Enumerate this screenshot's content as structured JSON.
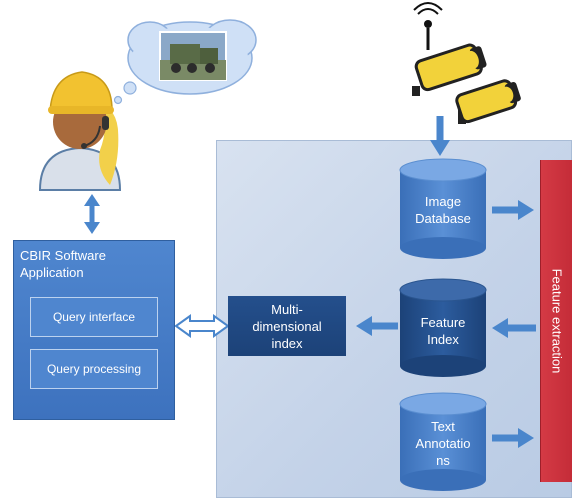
{
  "cbir_app": {
    "title": "CBIR Software Application",
    "query_interface": "Query interface",
    "query_processing": "Query processing"
  },
  "multidimensional_index": "Multi-\ndimensional\nindex",
  "image_database": "Image\nDatabase",
  "feature_index": "Feature\nIndex",
  "text_annotations": "Text\nAnnotatio\nns",
  "feature_extraction": "Feature extraction",
  "colors": {
    "panel": "#c7d5ea",
    "box_blue": "#4a80c8",
    "dark_blue": "#1f477f",
    "red_bar": "#cc3340",
    "arrow": "#4a86cc"
  },
  "icons": [
    "user-headset-icon",
    "thought-bubble-icon",
    "military-truck-icon",
    "camera-icon"
  ]
}
